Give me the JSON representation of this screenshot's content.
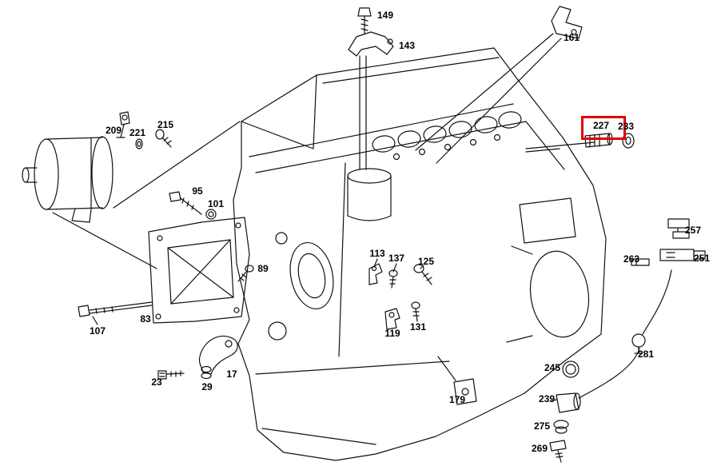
{
  "diagram": {
    "type": "exploded-parts-diagram",
    "subject": "engine",
    "background_color": "#ffffff",
    "line_color": "#000000",
    "highlight": {
      "part": "227",
      "color": "#e10000"
    }
  },
  "parts": [
    {
      "label": "149"
    },
    {
      "label": "143"
    },
    {
      "label": "161"
    },
    {
      "label": "209"
    },
    {
      "label": "221"
    },
    {
      "label": "215"
    },
    {
      "label": "95"
    },
    {
      "label": "101"
    },
    {
      "label": "89"
    },
    {
      "label": "113"
    },
    {
      "label": "137"
    },
    {
      "label": "125"
    },
    {
      "label": "119"
    },
    {
      "label": "131"
    },
    {
      "label": "83"
    },
    {
      "label": "107"
    },
    {
      "label": "23"
    },
    {
      "label": "29"
    },
    {
      "label": "17"
    },
    {
      "label": "179"
    },
    {
      "label": "227"
    },
    {
      "label": "233"
    },
    {
      "label": "257"
    },
    {
      "label": "263"
    },
    {
      "label": "251"
    },
    {
      "label": "281"
    },
    {
      "label": "245"
    },
    {
      "label": "239"
    },
    {
      "label": "275"
    },
    {
      "label": "269"
    }
  ]
}
